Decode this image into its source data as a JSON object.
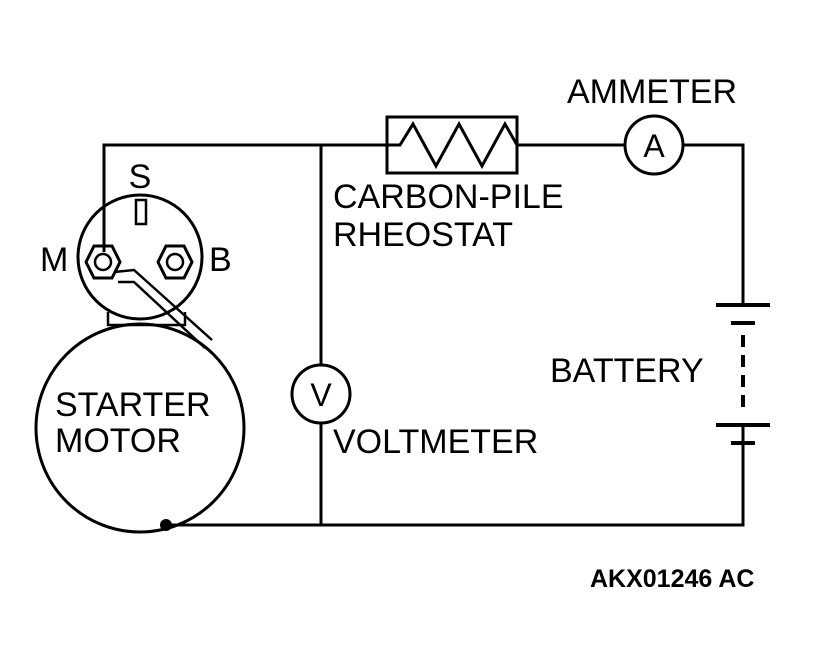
{
  "labels": {
    "ammeter": "AMMETER",
    "ammeter_symbol": "A",
    "rheostat_line1": "CARBON-PILE",
    "rheostat_line2": "RHEOSTAT",
    "battery": "BATTERY",
    "voltmeter": "VOLTMETER",
    "voltmeter_symbol": "V",
    "starter_line1": "STARTER",
    "starter_line2": "MOTOR",
    "terminal_s": "S",
    "terminal_m": "M",
    "terminal_b": "B"
  },
  "reference_code": "AKX01246 AC",
  "colors": {
    "line": "#000000",
    "background": "#ffffff"
  }
}
